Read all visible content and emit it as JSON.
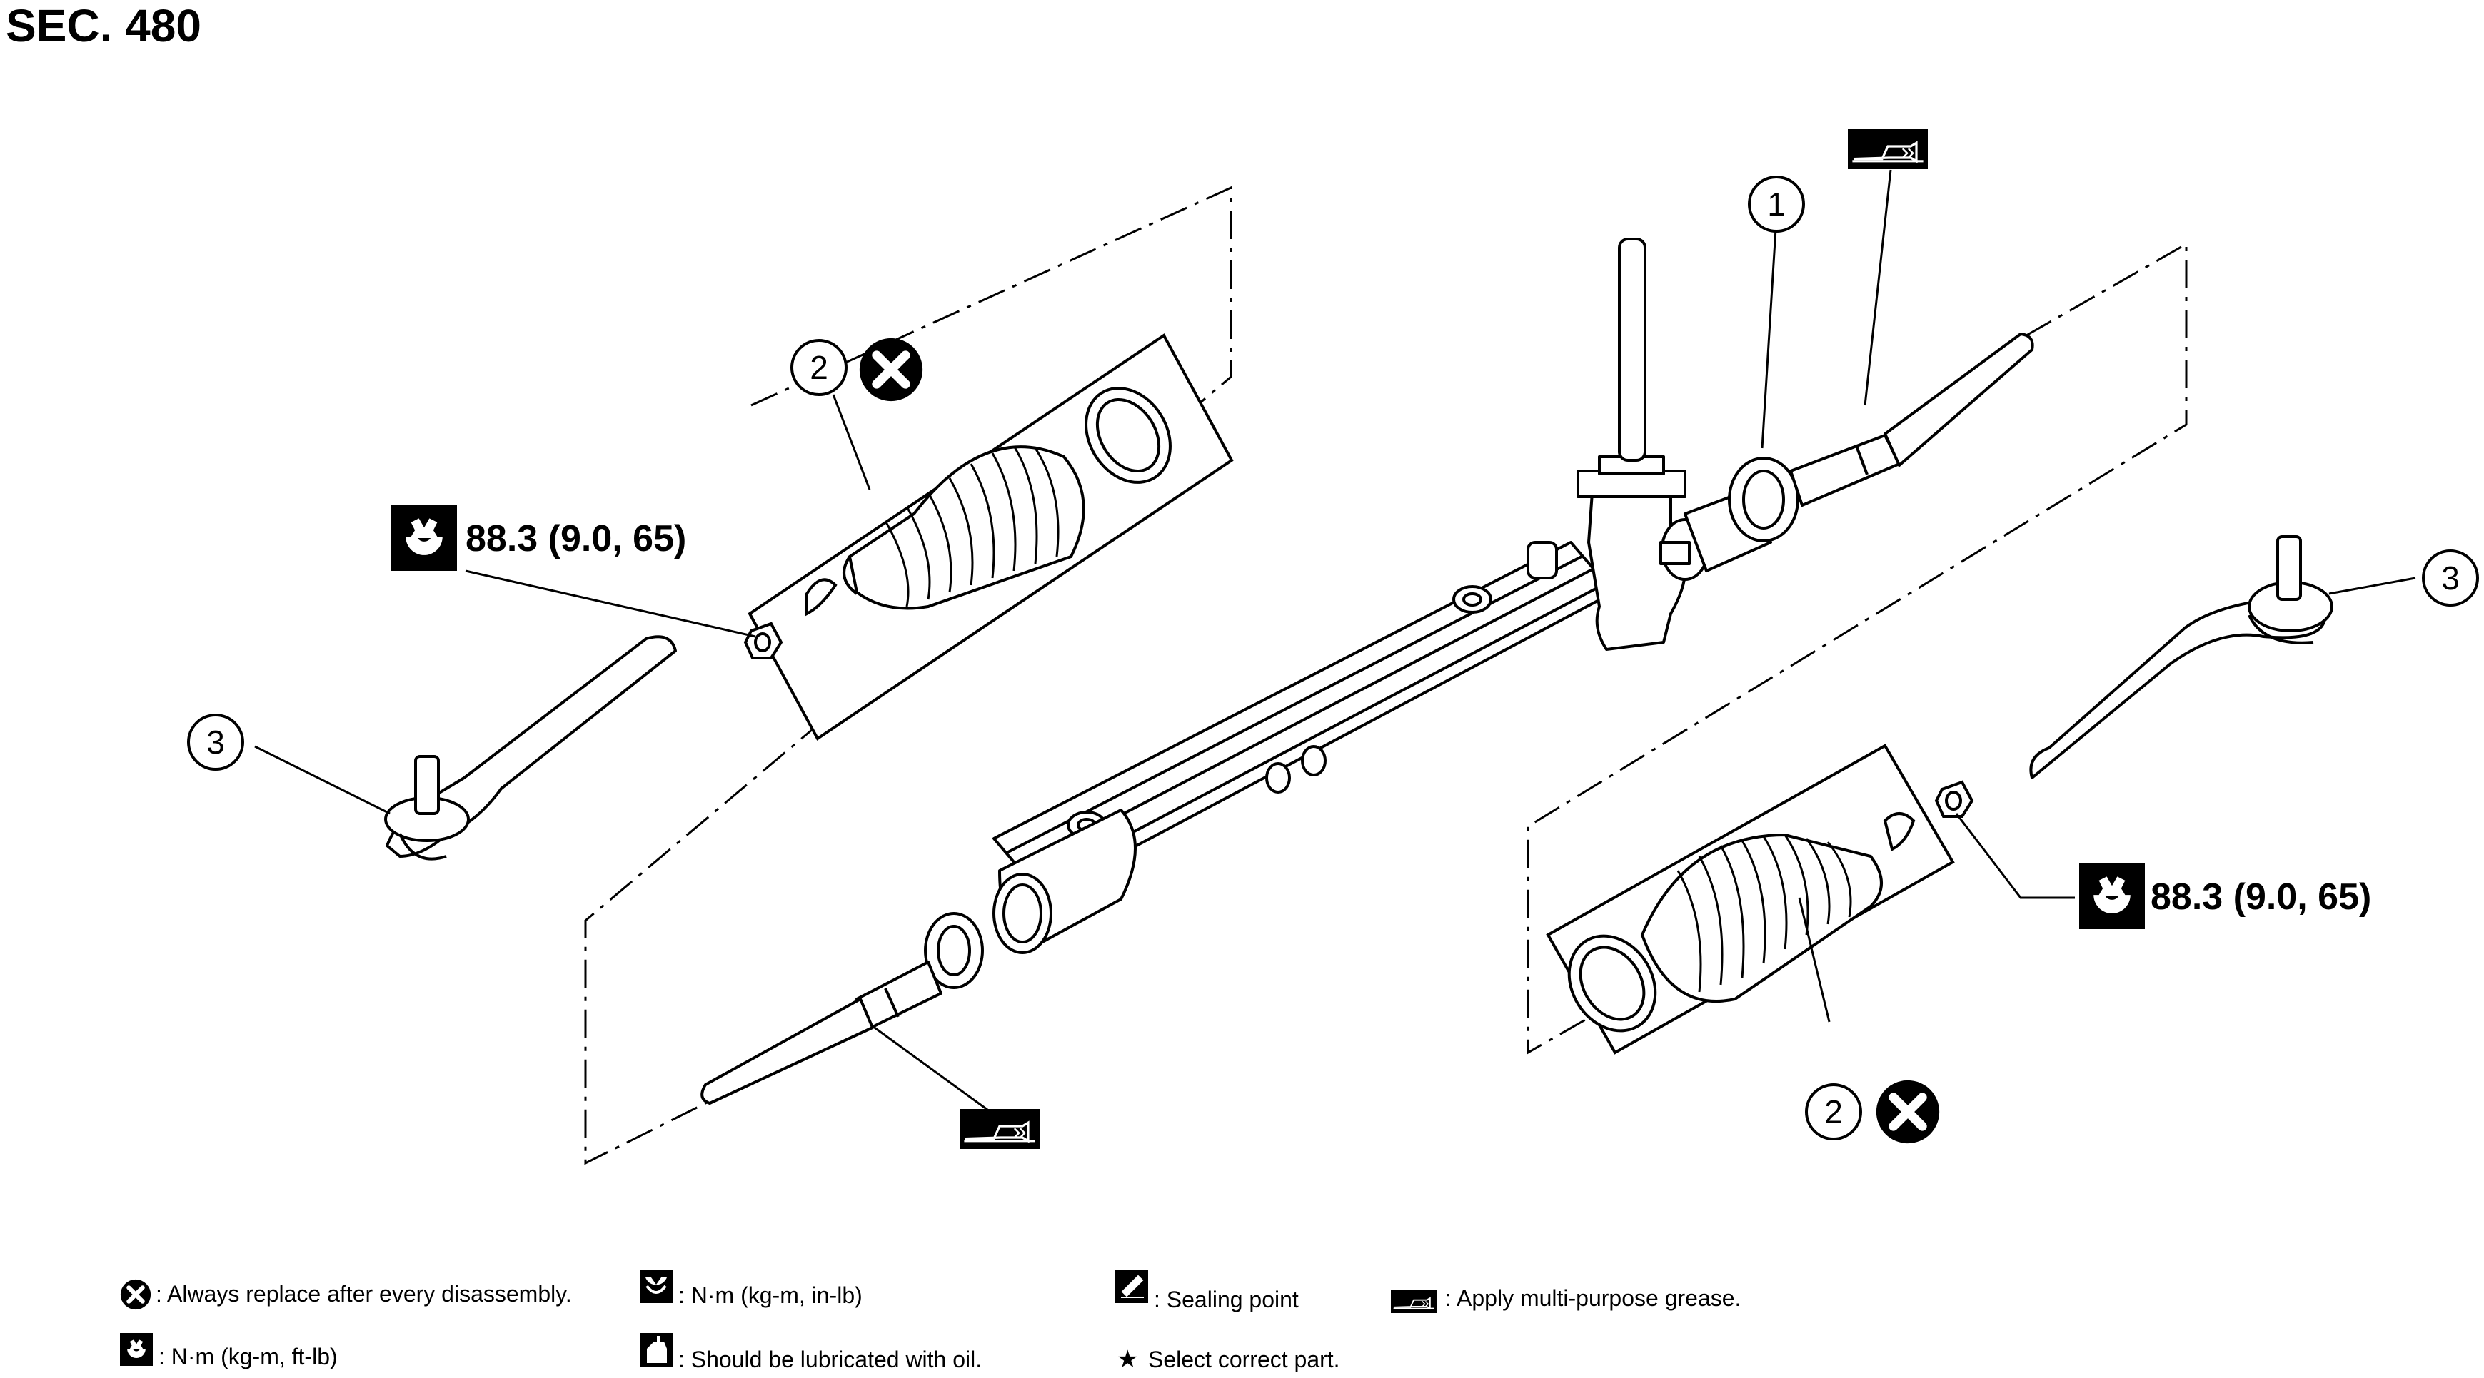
{
  "section_title": "SEC. 480",
  "callouts": {
    "rack": "1",
    "boot_left": "2",
    "boot_right": "2",
    "tie_rod_end_left": "3",
    "tie_rod_end_right": "3"
  },
  "torque": {
    "left": "88.3 (9.0, 65)",
    "right": "88.3 (9.0, 65)"
  },
  "legend": {
    "replace": ": Always replace after every disassembly.",
    "torque_in_lb": ": N·m (kg-m, in-lb)",
    "sealing": ": Sealing point",
    "grease": ": Apply multi-purpose grease.",
    "torque_ft_lb": ": N·m (kg-m, ft-lb)",
    "oil": ": Should be lubricated with oil.",
    "select": "Select correct part."
  },
  "icons": [
    "replace-icon",
    "torque-wrench-icon",
    "sealing-point-icon",
    "grease-icon",
    "oil-can-icon",
    "star-icon"
  ]
}
